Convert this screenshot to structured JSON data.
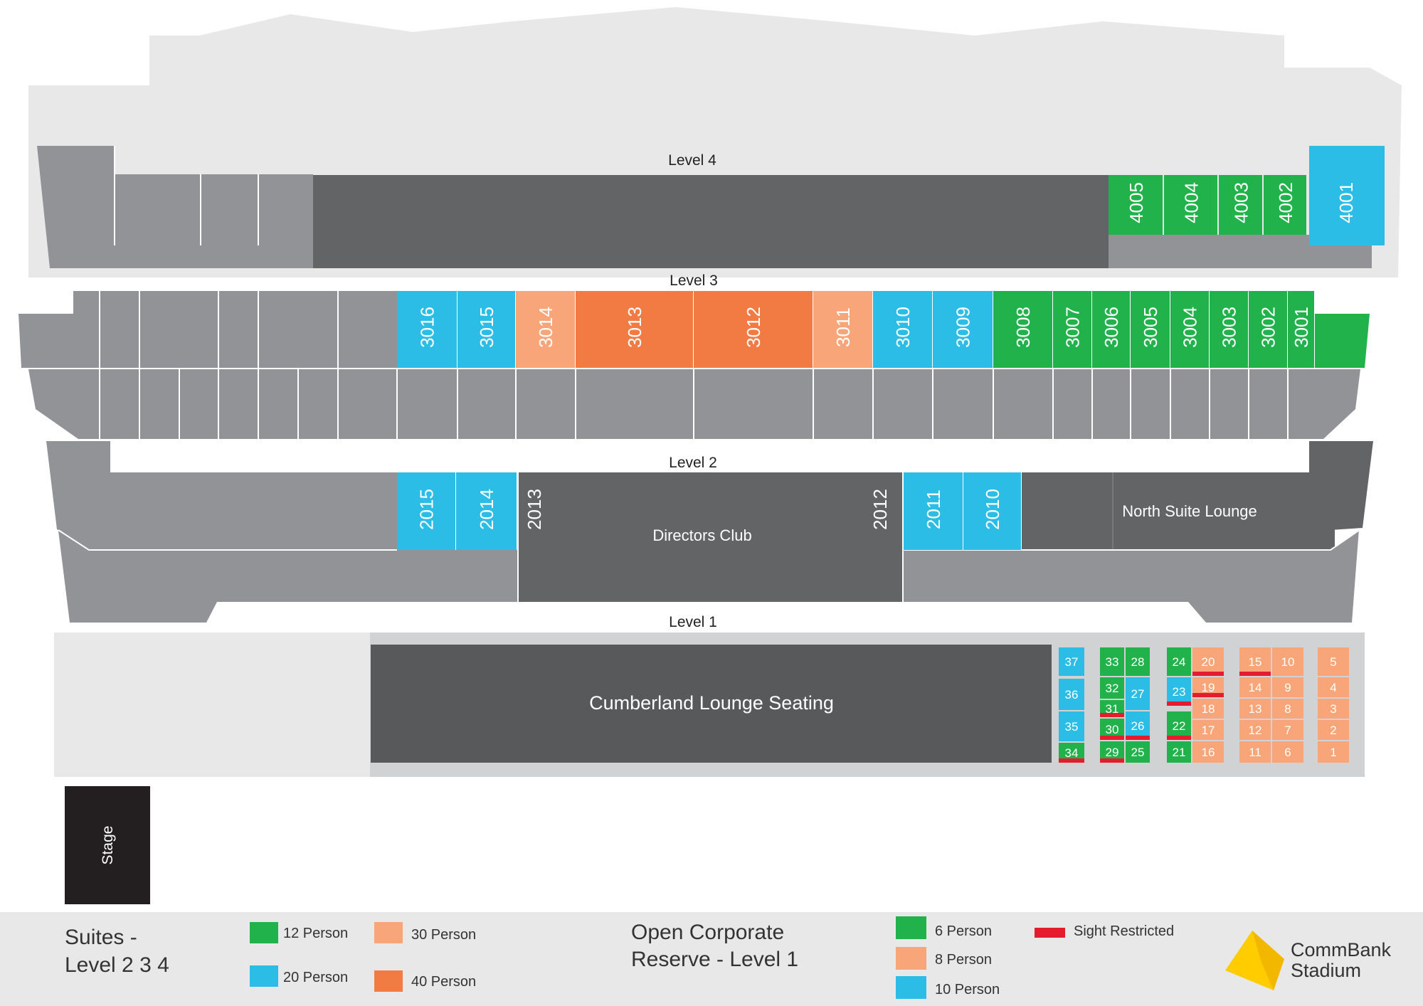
{
  "colors": {
    "p12": "#22b24c",
    "p20": "#2cbde6",
    "p30": "#f7a579",
    "p40": "#f27b43",
    "p6": "#22b24c",
    "p8": "#f7a579",
    "p10": "#2cbde6",
    "sight_restricted": "#e31d2b",
    "dark": "#636466",
    "mid": "#929396",
    "light": "#e8e8e9",
    "stage": "#231f20",
    "brand_yellow": "#ffcc00"
  },
  "levels": {
    "level4": "Level 4",
    "level3": "Level 3",
    "level2": "Level 2",
    "level1": "Level 1"
  },
  "level4_suites": [
    {
      "id": "4005",
      "type": "p12"
    },
    {
      "id": "4004",
      "type": "p12"
    },
    {
      "id": "4003",
      "type": "p12"
    },
    {
      "id": "4002",
      "type": "p12"
    },
    {
      "id": "4001",
      "type": "p20"
    }
  ],
  "level3_suites": [
    {
      "id": "3016",
      "type": "p20"
    },
    {
      "id": "3015",
      "type": "p20"
    },
    {
      "id": "3014",
      "type": "p30"
    },
    {
      "id": "3013",
      "type": "p40"
    },
    {
      "id": "3012",
      "type": "p40"
    },
    {
      "id": "3011",
      "type": "p30"
    },
    {
      "id": "3010",
      "type": "p20"
    },
    {
      "id": "3009",
      "type": "p20"
    },
    {
      "id": "3008",
      "type": "p12"
    },
    {
      "id": "3007",
      "type": "p12"
    },
    {
      "id": "3006",
      "type": "p12"
    },
    {
      "id": "3005",
      "type": "p12"
    },
    {
      "id": "3004",
      "type": "p12"
    },
    {
      "id": "3003",
      "type": "p12"
    },
    {
      "id": "3002",
      "type": "p12"
    },
    {
      "id": "3001",
      "type": "p12"
    }
  ],
  "level2_suites": [
    {
      "id": "2015",
      "type": "p20"
    },
    {
      "id": "2014",
      "type": "p20"
    },
    {
      "id": "2013",
      "type": "dark"
    },
    {
      "id": "2012",
      "type": "dark"
    },
    {
      "id": "2011",
      "type": "p20"
    },
    {
      "id": "2010",
      "type": "p20"
    }
  ],
  "areas": {
    "directors_club": "Directors Club",
    "north_suite_lounge": "North Suite Lounge",
    "cumberland": "Cumberland Lounge Seating",
    "stage": "Stage"
  },
  "level1_boxes": [
    {
      "id": "37",
      "type": "p10",
      "restricted": false
    },
    {
      "id": "36",
      "type": "p10",
      "restricted": false
    },
    {
      "id": "35",
      "type": "p10",
      "restricted": false
    },
    {
      "id": "34",
      "type": "p6",
      "restricted": true
    },
    {
      "id": "33",
      "type": "p6",
      "restricted": false
    },
    {
      "id": "32",
      "type": "p6",
      "restricted": false
    },
    {
      "id": "31",
      "type": "p6",
      "restricted": true
    },
    {
      "id": "30",
      "type": "p6",
      "restricted": true
    },
    {
      "id": "29",
      "type": "p6",
      "restricted": true
    },
    {
      "id": "28",
      "type": "p6",
      "restricted": false
    },
    {
      "id": "27",
      "type": "p10",
      "restricted": false
    },
    {
      "id": "26",
      "type": "p10",
      "restricted": true
    },
    {
      "id": "25",
      "type": "p6",
      "restricted": false
    },
    {
      "id": "24",
      "type": "p6",
      "restricted": false
    },
    {
      "id": "23",
      "type": "p10",
      "restricted": true
    },
    {
      "id": "22",
      "type": "p6",
      "restricted": true
    },
    {
      "id": "21",
      "type": "p6",
      "restricted": false
    },
    {
      "id": "20",
      "type": "p8",
      "restricted": true
    },
    {
      "id": "19",
      "type": "p8",
      "restricted": true
    },
    {
      "id": "18",
      "type": "p8",
      "restricted": false
    },
    {
      "id": "17",
      "type": "p8",
      "restricted": false
    },
    {
      "id": "16",
      "type": "p8",
      "restricted": false
    },
    {
      "id": "15",
      "type": "p8",
      "restricted": true
    },
    {
      "id": "14",
      "type": "p8",
      "restricted": false
    },
    {
      "id": "13",
      "type": "p8",
      "restricted": false
    },
    {
      "id": "12",
      "type": "p8",
      "restricted": false
    },
    {
      "id": "11",
      "type": "p8",
      "restricted": false
    },
    {
      "id": "10",
      "type": "p8",
      "restricted": false
    },
    {
      "id": "9",
      "type": "p8",
      "restricted": false
    },
    {
      "id": "8",
      "type": "p8",
      "restricted": false
    },
    {
      "id": "7",
      "type": "p8",
      "restricted": false
    },
    {
      "id": "6",
      "type": "p8",
      "restricted": false
    },
    {
      "id": "5",
      "type": "p8",
      "restricted": false
    },
    {
      "id": "4",
      "type": "p8",
      "restricted": false
    },
    {
      "id": "3",
      "type": "p8",
      "restricted": false
    },
    {
      "id": "2",
      "type": "p8",
      "restricted": false
    },
    {
      "id": "1",
      "type": "p8",
      "restricted": false
    }
  ],
  "legend": {
    "suites_title_line1": "Suites -",
    "suites_title_line2": "Level 2 3 4",
    "p12": "12 Person",
    "p20": "20 Person",
    "p30": "30 Person",
    "p40": "40 Person",
    "open_title_line1": "Open Corporate",
    "open_title_line2": "Reserve - Level 1",
    "p6": "6 Person",
    "p8": "8 Person",
    "p10": "10 Person",
    "sight_restricted": "Sight Restricted"
  },
  "brand": {
    "line1": "CommBank",
    "line2": "Stadium"
  }
}
